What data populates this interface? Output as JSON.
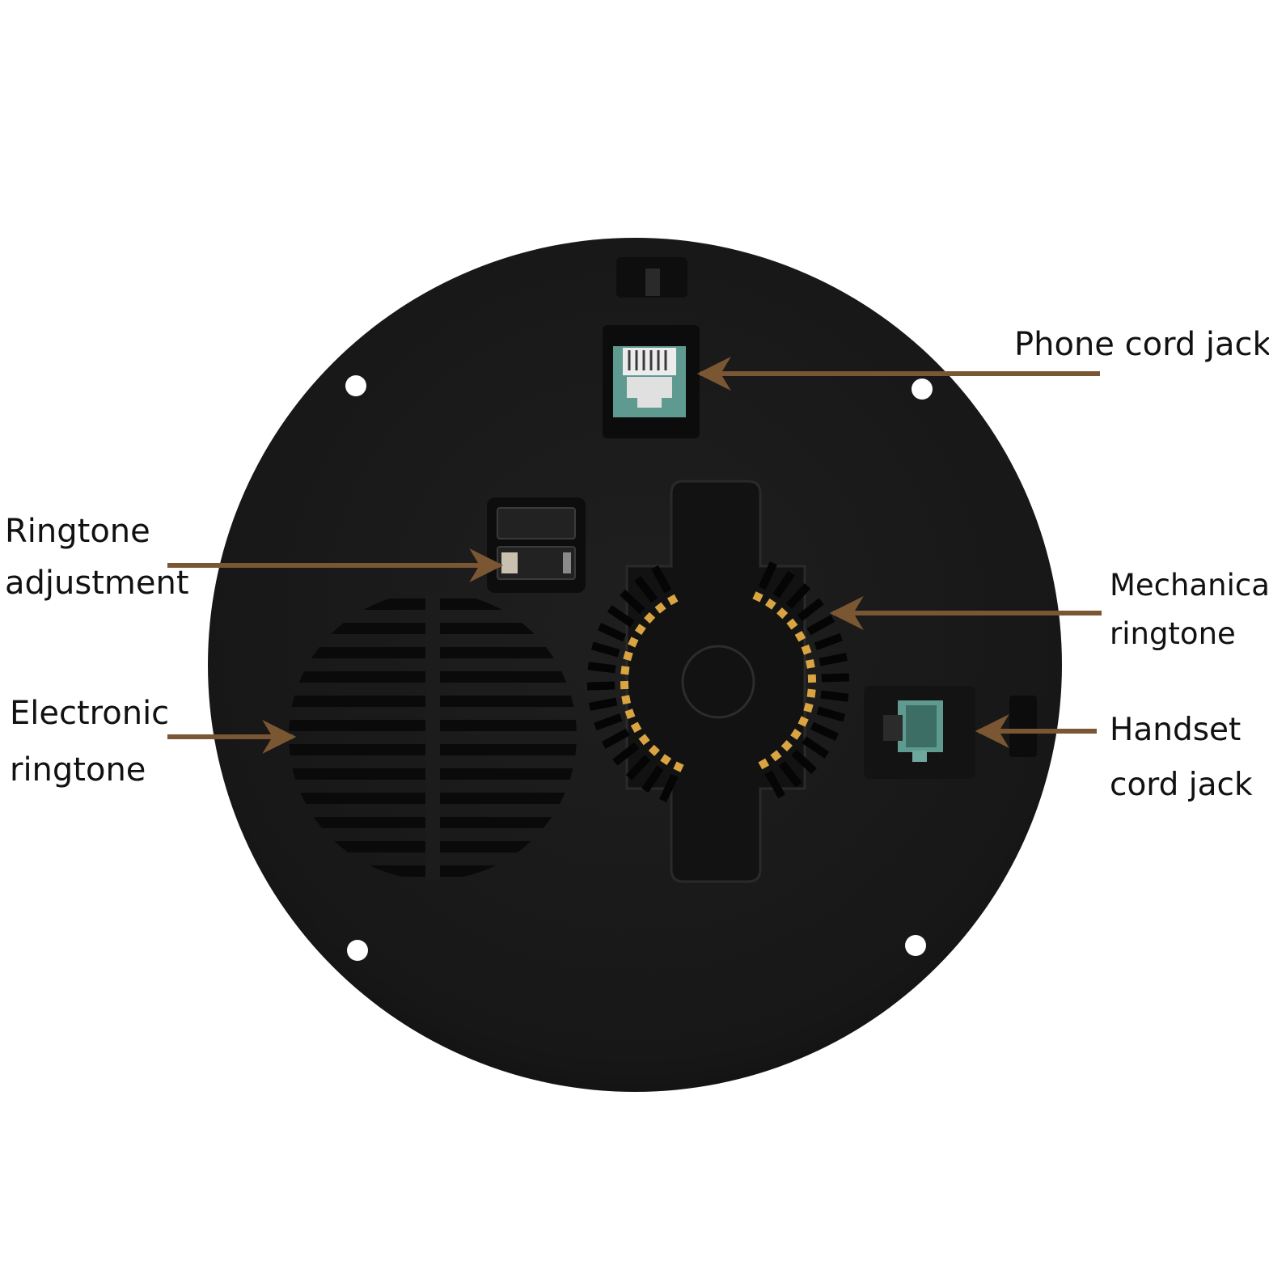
{
  "colors": {
    "background": "#ffffff",
    "device_body": "#1a1a1a",
    "arrow": "#7a5632",
    "jack_teal": "#5f9a90",
    "bell_pin": "#d9a441"
  },
  "icons": {
    "device": "telephone-base-bottom-view"
  },
  "labels": {
    "phone_cord_jack": "Phone cord jack",
    "ringtone_adjustment": {
      "line1": "Ringtone",
      "line2": "adjustment"
    },
    "electronic_ringtone": {
      "line1": "Electronic",
      "line2": "ringtone"
    },
    "mechanical_ringtone": {
      "line1": "Mechanical",
      "line2": "ringtone"
    },
    "handset_cord_jack": {
      "line1": "Handset",
      "line2": "cord jack"
    }
  }
}
